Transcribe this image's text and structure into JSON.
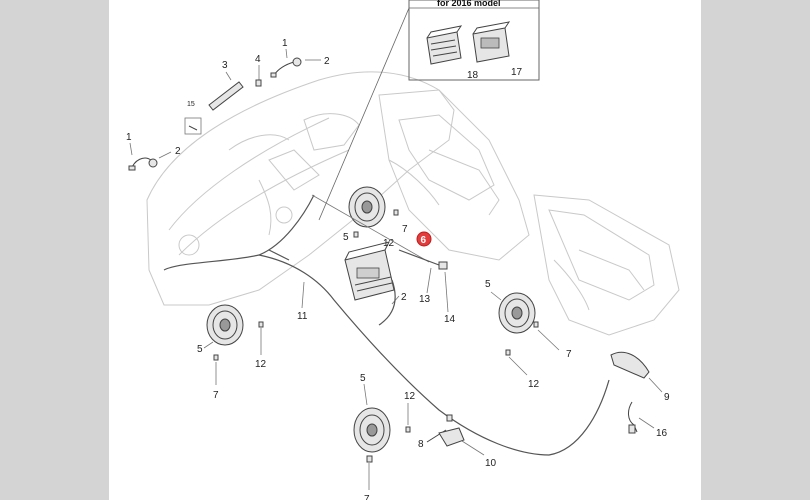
{
  "inset": {
    "title": "for  2016 model"
  },
  "selected_callout": "6",
  "callouts": {
    "c1a": "1",
    "c2a": "2",
    "c3": "3",
    "c4": "4",
    "c15": "15",
    "c1b": "1",
    "c2b": "2",
    "c18": "18",
    "c17": "17",
    "c7a": "7",
    "c5a": "5",
    "c12a": "12",
    "c6": "6",
    "c2c": "2",
    "c13": "13",
    "c14": "14",
    "c11": "11",
    "c5b": "5",
    "c7b": "7",
    "c12b": "12",
    "c5c": "5",
    "c12c": "12",
    "c7c": "7",
    "c5d": "5",
    "c12d": "12",
    "c8": "8",
    "c10": "10",
    "c7d": "7",
    "c9": "9",
    "c16": "16"
  }
}
